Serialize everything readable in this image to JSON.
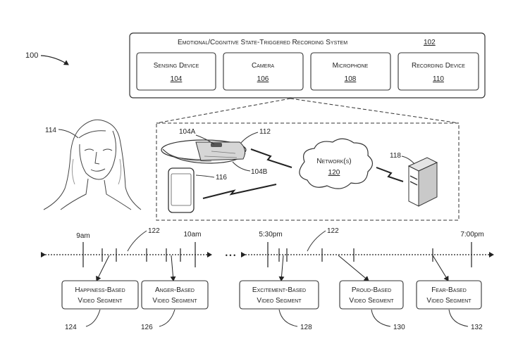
{
  "figure_ref": "100",
  "system": {
    "title": "Emotional/Cognitive State-Triggered Recording System",
    "ref": "102",
    "components": [
      {
        "label": "Sensing Device",
        "ref": "104"
      },
      {
        "label": "Camera",
        "ref": "106"
      },
      {
        "label": "Microphone",
        "ref": "108"
      },
      {
        "label": "Recording Device",
        "ref": "110"
      }
    ]
  },
  "user": {
    "ref": "114"
  },
  "environment": {
    "headset_ref": "112",
    "sensor_a_ref": "104A",
    "sensor_b_ref": "104B",
    "phone_ref": "116",
    "network": {
      "label": "Network(s)",
      "ref": "120"
    },
    "server_ref": "118"
  },
  "timelines": {
    "left": {
      "start_time": "9am",
      "end_time": "10am",
      "ref": "122"
    },
    "right": {
      "start_time": "5:30pm",
      "end_time": "7:00pm",
      "ref": "122"
    },
    "gap": "• • •"
  },
  "segments": [
    {
      "line1": "Happiness-Based",
      "line2": "Video Segment",
      "ref": "124"
    },
    {
      "line1": "Anger-Based",
      "line2": "Video Segment",
      "ref": "126"
    },
    {
      "line1": "Excitement-Based",
      "line2": "Video Segment",
      "ref": "128"
    },
    {
      "line1": "Proud-Based",
      "line2": "Video Segment",
      "ref": "130"
    },
    {
      "line1": "Fear-Based",
      "line2": "Video Segment",
      "ref": "132"
    }
  ]
}
